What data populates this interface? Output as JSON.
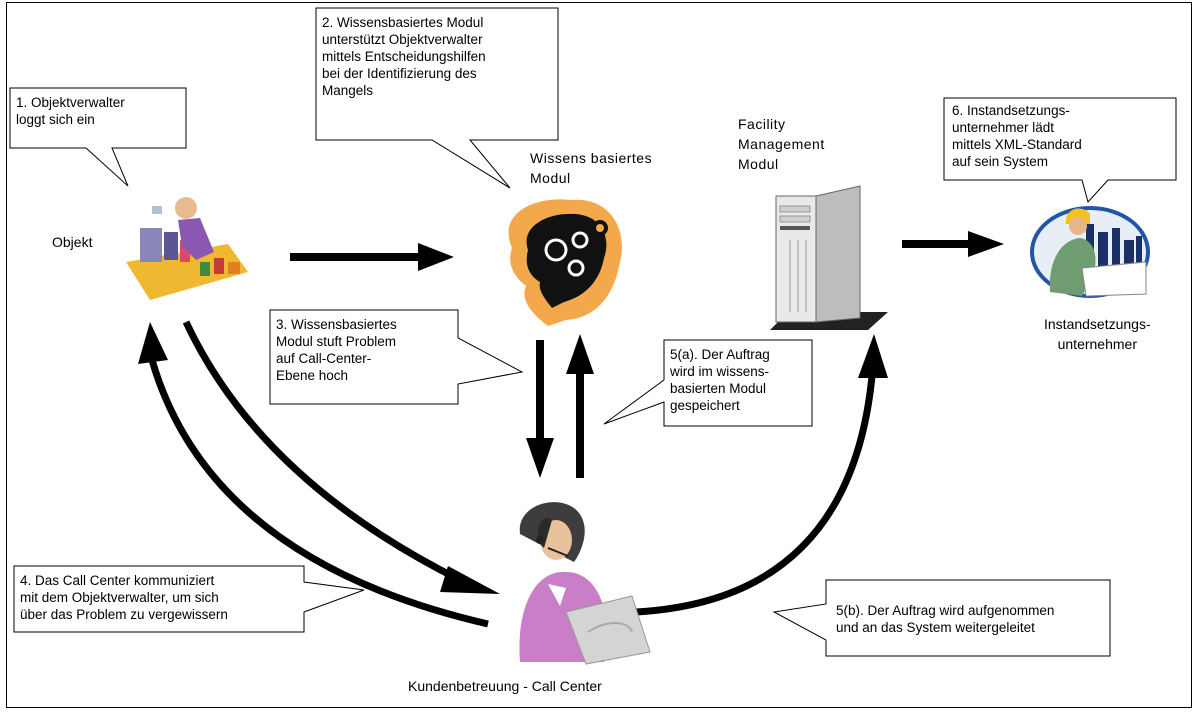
{
  "nodes": {
    "objekt": "Objekt",
    "wissen": "Wissens basiertes\nModul",
    "facility": "Facility\nManagement\nModul",
    "instand": "Instandsetzungs-\nunternehmer",
    "callcenter": "Kundenbetreuung - Call Center"
  },
  "callouts": {
    "c1": "1. Objektverwalter\nloggt sich ein",
    "c2": "2. Wissensbasiertes Modul\nunterstützt Objektverwalter\nmittels Entscheidungshilfen\nbei der Identifizierung des\nMangels",
    "c3": "3. Wissensbasiertes\nModul stuft Problem\nauf Call-Center-\nEbene hoch",
    "c4": "4. Das Call Center kommuniziert\nmit dem Objektverwalter, um sich\nüber das Problem zu vergewissern",
    "c5a": "5(a). Der Auftrag\nwird im wissens-\nbasierten Modul\ngespeichert",
    "c5b": "5(b). Der Auftrag wird aufgenommen\nund an das System weitergeleitet",
    "c6": "6. Instandsetzungs-\nunternehmer lädt\nmittels XML-Standard\nauf sein System"
  }
}
